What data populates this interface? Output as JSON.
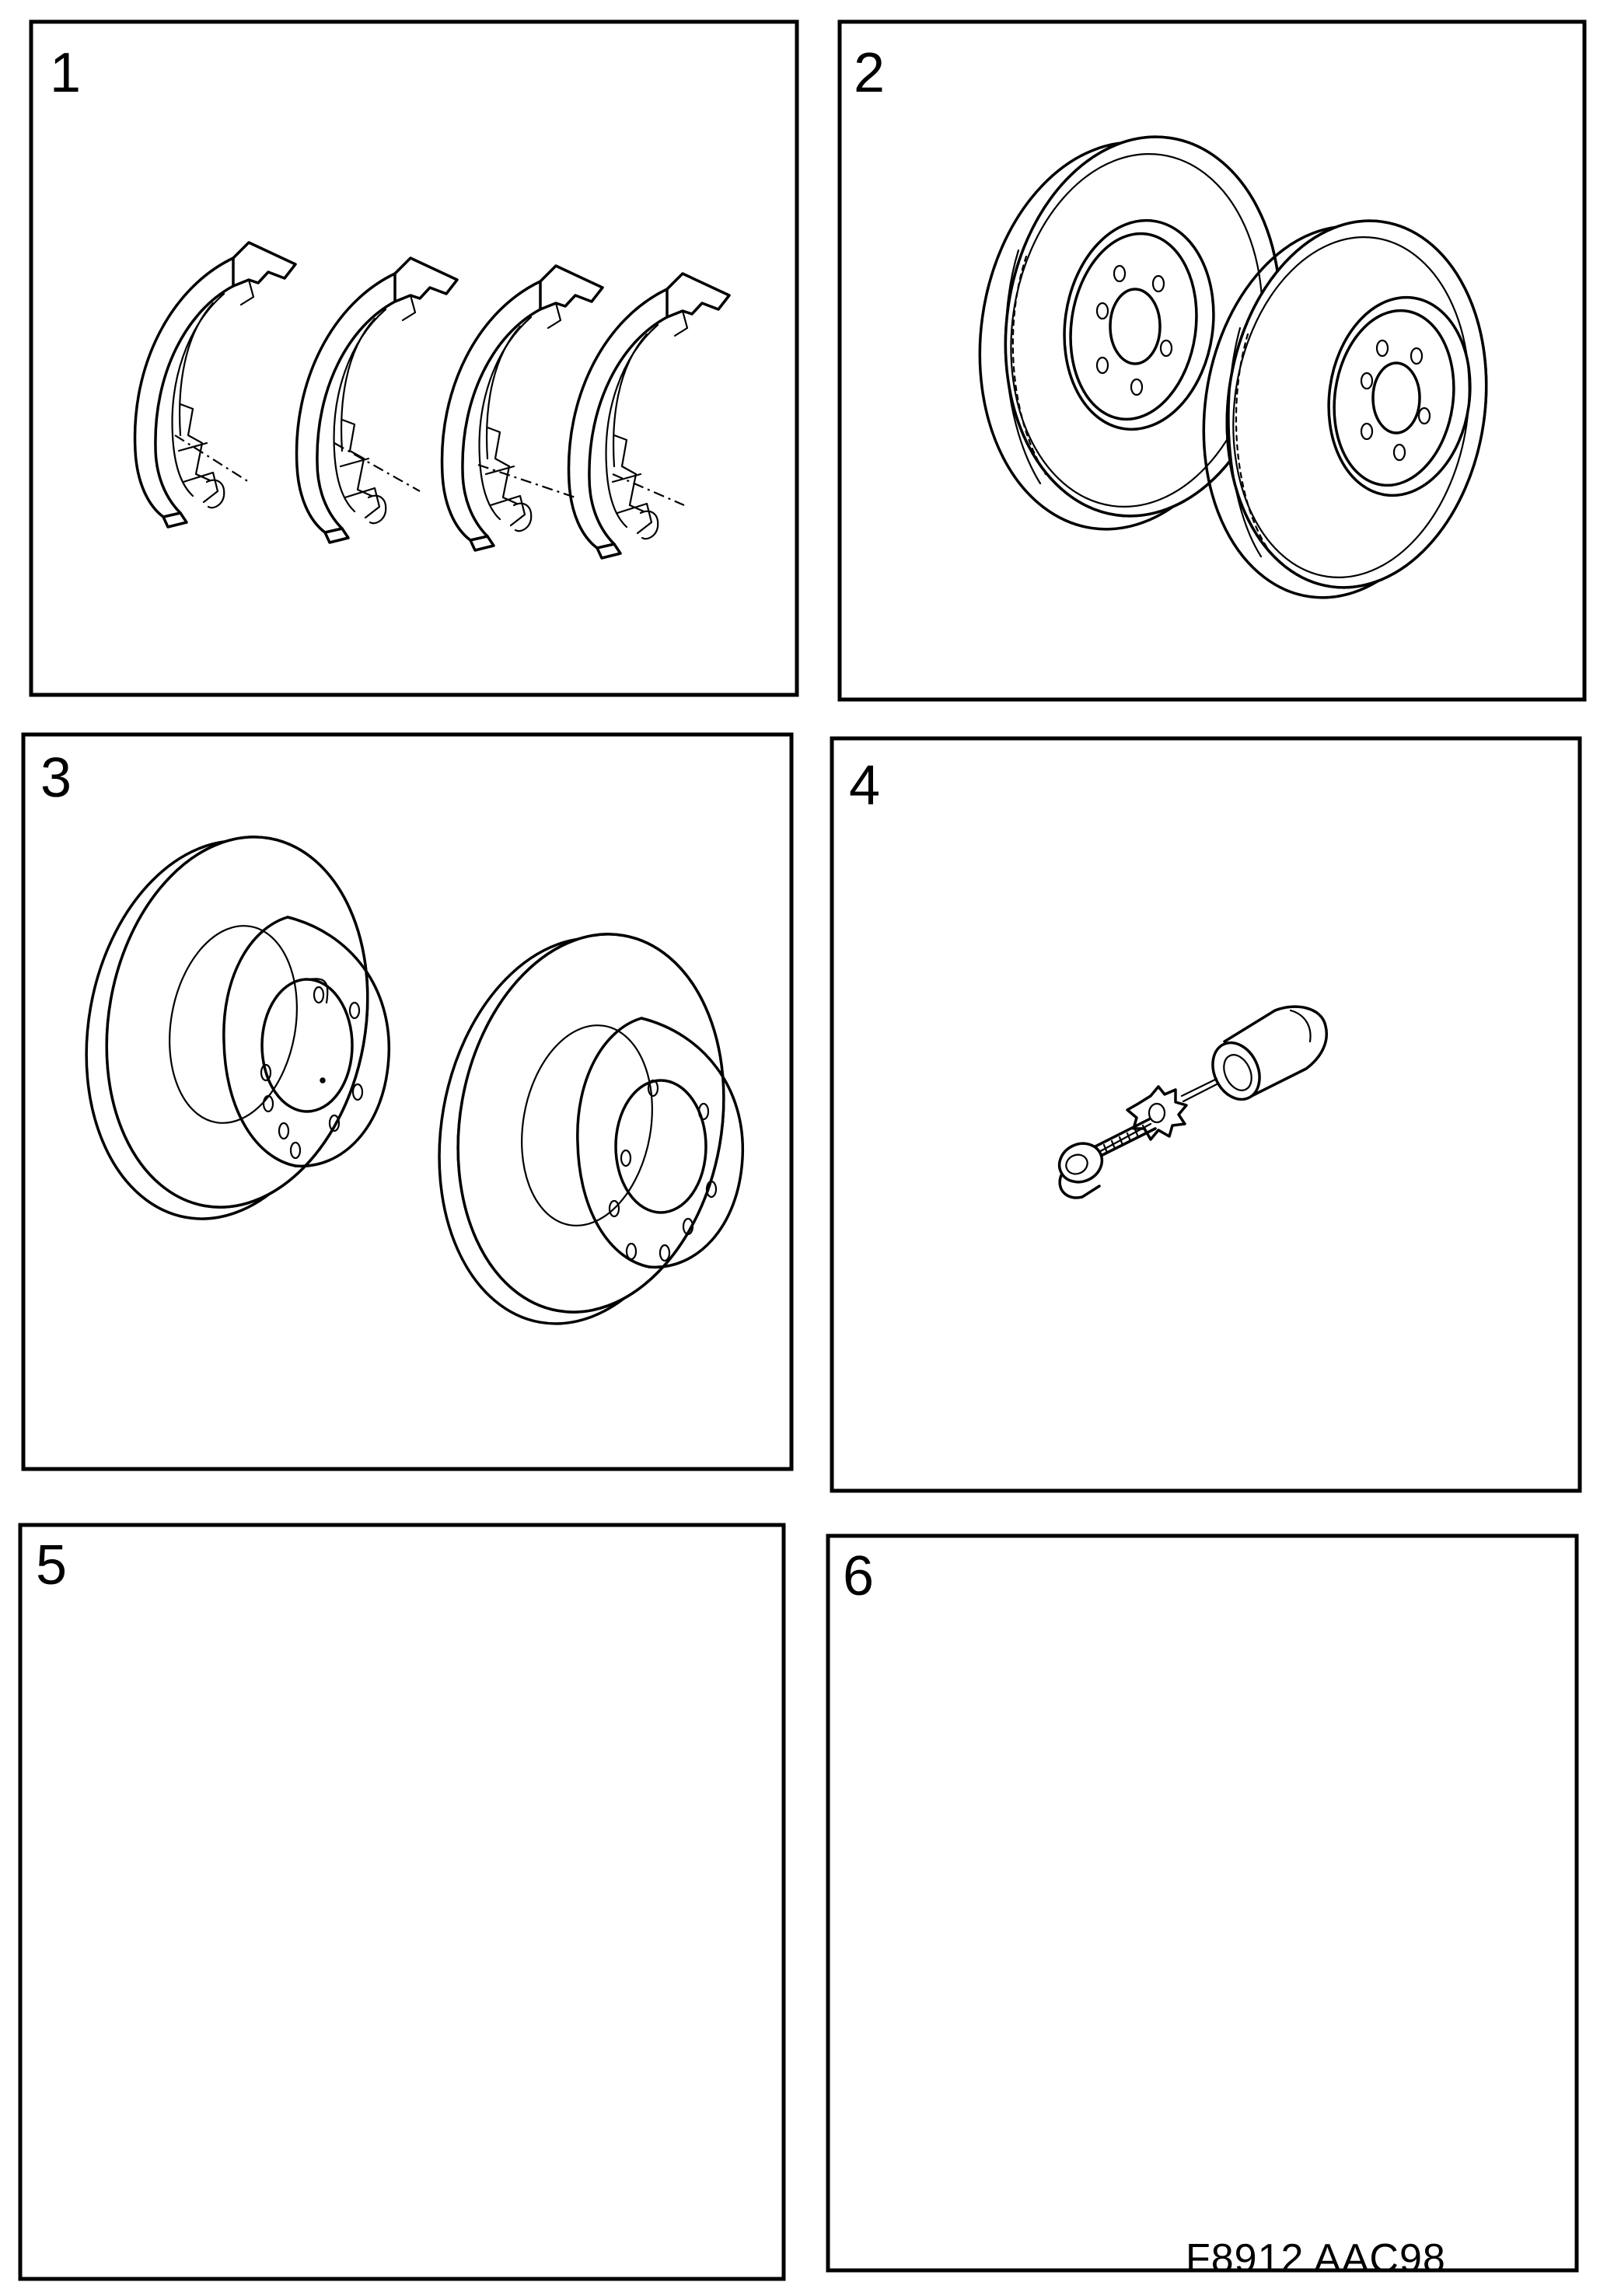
{
  "panels": [
    {
      "number": "1",
      "icon": "brake-shoes-icon"
    },
    {
      "number": "2",
      "icon": "ventilated-brake-discs-icon"
    },
    {
      "number": "3",
      "icon": "solid-brake-discs-icon"
    },
    {
      "number": "4",
      "icon": "caliper-bolt-kit-icon"
    },
    {
      "number": "5",
      "icon": ""
    },
    {
      "number": "6",
      "icon": ""
    }
  ],
  "figure_code": "F8912 AAC98",
  "colors": {
    "line": "#000000",
    "background": "#ffffff"
  }
}
